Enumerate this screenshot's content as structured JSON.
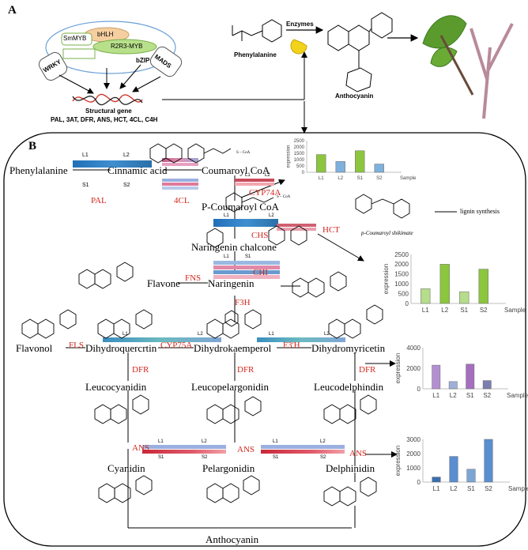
{
  "panels": {
    "a": "A",
    "b": "B"
  },
  "tf": {
    "bhlh": "bHLH",
    "smmyb": "SmMYB",
    "r2r3": "R2R3-MYB",
    "bzip": "bZIP",
    "wrky": "WRKY",
    "mads": "MADS"
  },
  "structural": {
    "title": "Structural gene",
    "genes": "PAL, 3AT, DFR, ANS, HCT, 4CL, C4H"
  },
  "top": {
    "phenylalanine": "Phenylalanine",
    "enzymes": "Enzymes",
    "anthocyanin": "Anthocyanin"
  },
  "compounds": {
    "phenylalanine": "Phenylalanine",
    "cinnamic": "Cinnamic acid",
    "coumaroyl": "Coumaroyl CoA",
    "p_coumaroyl": "P-Coumaroyl CoA",
    "nar_chalcone": "Naringenin chalcone",
    "flavone": "Flavone",
    "naringenin": "Naringenin",
    "flavonol": "Flavonol",
    "dhq": "Dihydroquercrtin",
    "dhk": "Dihydrokaemperol",
    "dhm": "Dihydromyricetin",
    "leucocyanidin": "Leucocyanidin",
    "leucopel": "Leucopelargonidin",
    "leucodel": "Leucodelphindin",
    "cyanidin": "Cyanidin",
    "pelargonidin": "Pelargonidin",
    "delphinidin": "Delphinidin",
    "anthocyanin": "Anthocyanin",
    "p_shik": "p-Coumaroyl shikimate",
    "lignin": "lignin synthesis",
    "coa": "S – CoA"
  },
  "enzymes": {
    "pal": "PAL",
    "4cl": "4CL",
    "cyp74a": "CYP74A",
    "chs": "CHS",
    "hct": "HCT",
    "chi": "CHI",
    "fns": "FNS",
    "f3h": "F3H",
    "fls": "FLS",
    "cyp75a": "CYP75A",
    "f3h2": "F3'H",
    "dfr": "DFR",
    "ans": "ANS"
  },
  "heat": {
    "l1": "L1",
    "l2": "L2",
    "s1": "S1",
    "s2": "S2"
  },
  "colors": {
    "red": "#d0281e",
    "grid": "#bfbfbf",
    "blue": "#2873b4",
    "green": "#8cc63f",
    "purple": "#a56fc0"
  },
  "chart_data": [
    {
      "type": "bar",
      "categories": [
        "L1",
        "L2",
        "S1",
        "S2"
      ],
      "values": [
        1400,
        850,
        1700,
        650
      ],
      "ylim": [
        0,
        2500
      ],
      "yticks": [
        "0",
        "500",
        "1000",
        "1500",
        "2000",
        "2500"
      ],
      "ylabel": "expression",
      "xlabel": "Sample",
      "colors": [
        "#8cc63f",
        "#7fb1dc",
        "#8cc63f",
        "#7fb1dc"
      ]
    },
    {
      "type": "bar",
      "categories": [
        "L1",
        "L2",
        "S1",
        "S2"
      ],
      "values": [
        750,
        2000,
        600,
        1750
      ],
      "ylim": [
        0,
        2500
      ],
      "yticks": [
        "0",
        "500",
        "1000",
        "1500",
        "2000",
        "2500"
      ],
      "ylabel": "expression",
      "xlabel": "Sample",
      "colors": [
        "#b5dd8c",
        "#8cc63f",
        "#b5dd8c",
        "#8cc63f"
      ]
    },
    {
      "type": "bar",
      "categories": [
        "L1",
        "L2",
        "S1",
        "S2"
      ],
      "values": [
        2300,
        700,
        2400,
        800
      ],
      "ylim": [
        0,
        4000
      ],
      "yticks": [
        "0",
        "2000",
        "4000"
      ],
      "ylabel": "expression",
      "xlabel": "Sample",
      "colors": [
        "#b48fd0",
        "#9fb0d8",
        "#a56fc0",
        "#7b7fb0"
      ]
    },
    {
      "type": "bar",
      "categories": [
        "L1",
        "L2",
        "S1",
        "S2"
      ],
      "values": [
        350,
        1800,
        900,
        3000
      ],
      "ylim": [
        0,
        3000
      ],
      "yticks": [
        "0",
        "1000",
        "2000",
        "3000"
      ],
      "ylabel": "expression",
      "xlabel": "Sample",
      "colors": [
        "#3a6eb0",
        "#5a8ed0",
        "#7aa6d6",
        "#5a8ed0"
      ]
    }
  ]
}
